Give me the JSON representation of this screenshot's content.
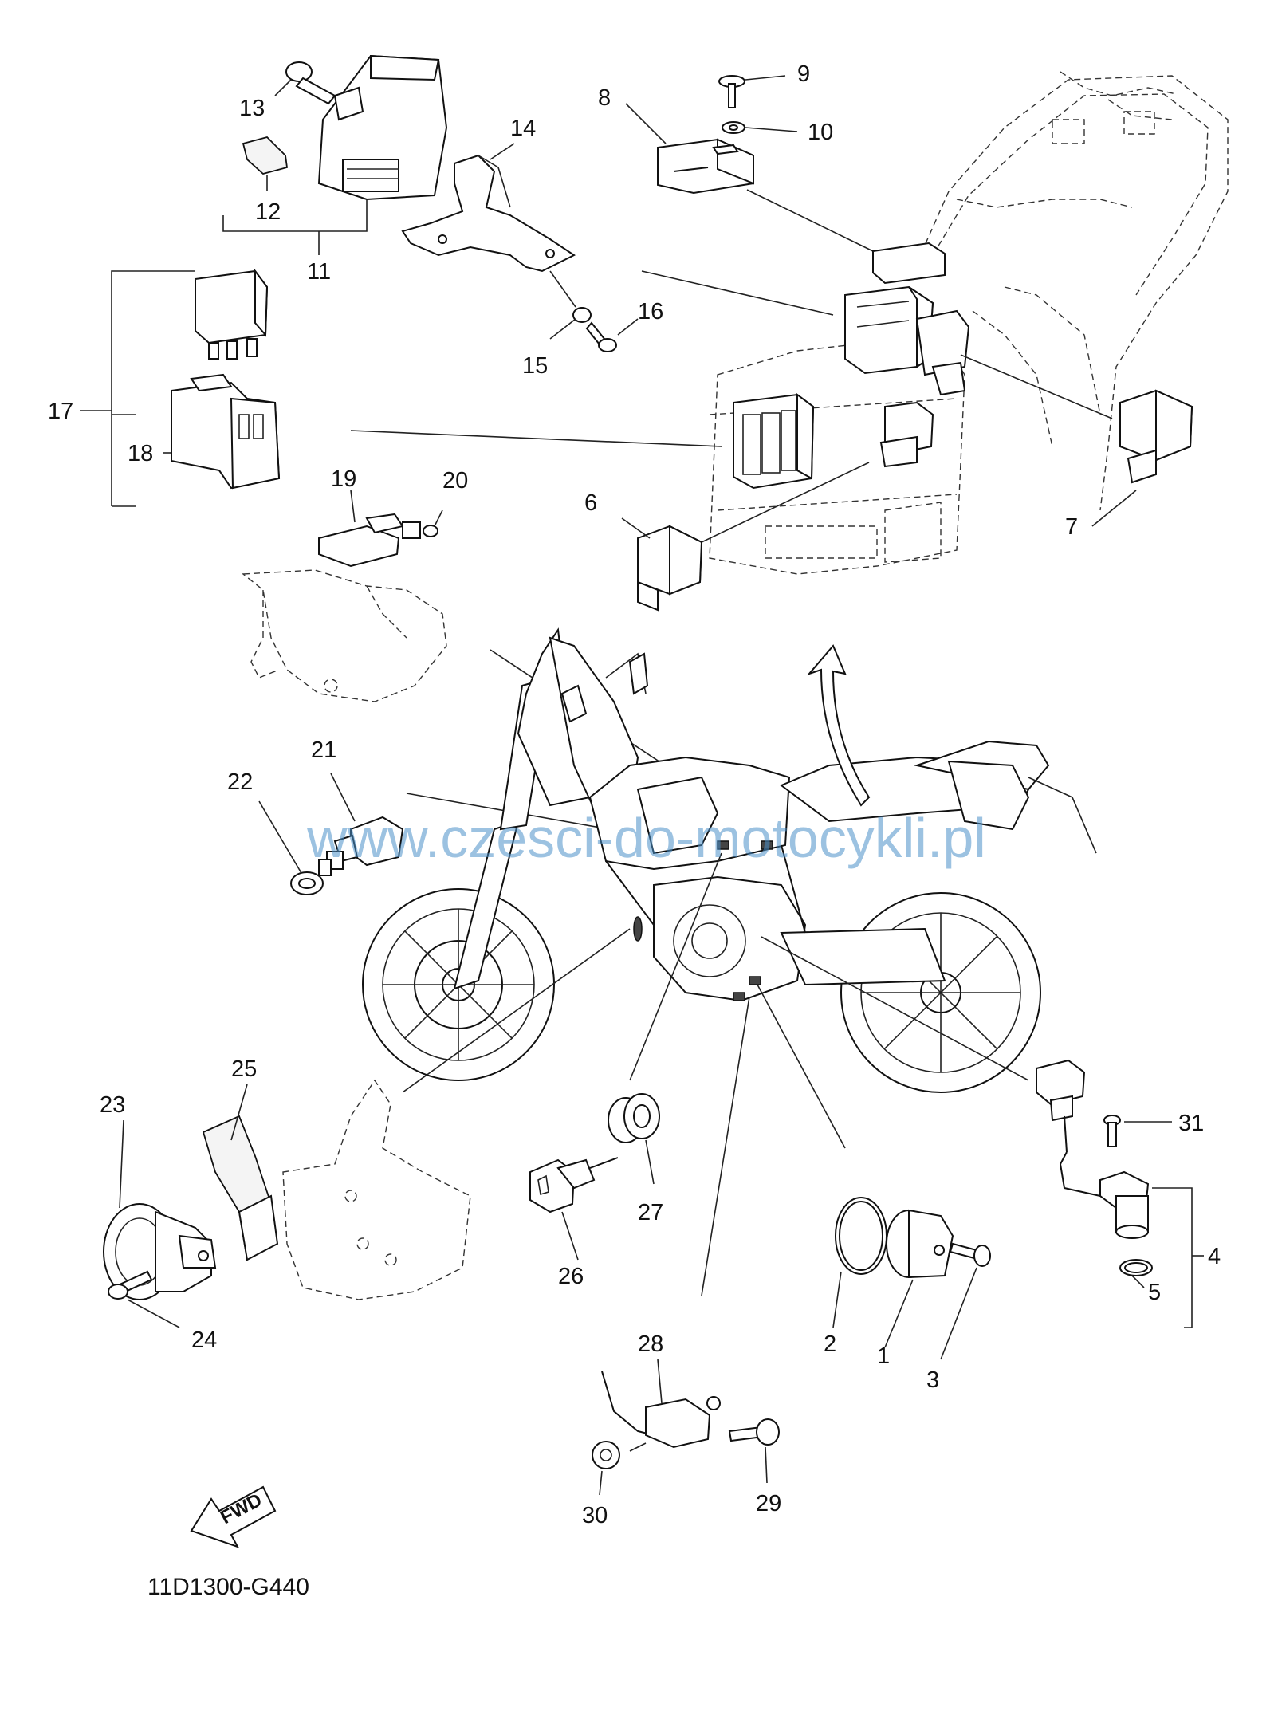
{
  "diagram_code": "11D1300-G440",
  "watermark": "www.czesci-do-motocykli.pl",
  "fwd_label": "FWD",
  "callouts": {
    "c1": "1",
    "c2": "2",
    "c3": "3",
    "c4": "4",
    "c5": "5",
    "c6": "6",
    "c7": "7",
    "c8": "8",
    "c9": "9",
    "c10": "10",
    "c11": "11",
    "c12": "12",
    "c13": "13",
    "c14": "14",
    "c15": "15",
    "c16": "16",
    "c17": "17",
    "c18": "18",
    "c19": "19",
    "c20": "20",
    "c21": "21",
    "c22": "22",
    "c23": "23",
    "c24": "24",
    "c25": "25",
    "c26": "26",
    "c27": "27",
    "c28": "28",
    "c29": "29",
    "c30": "30",
    "c31": "31"
  }
}
